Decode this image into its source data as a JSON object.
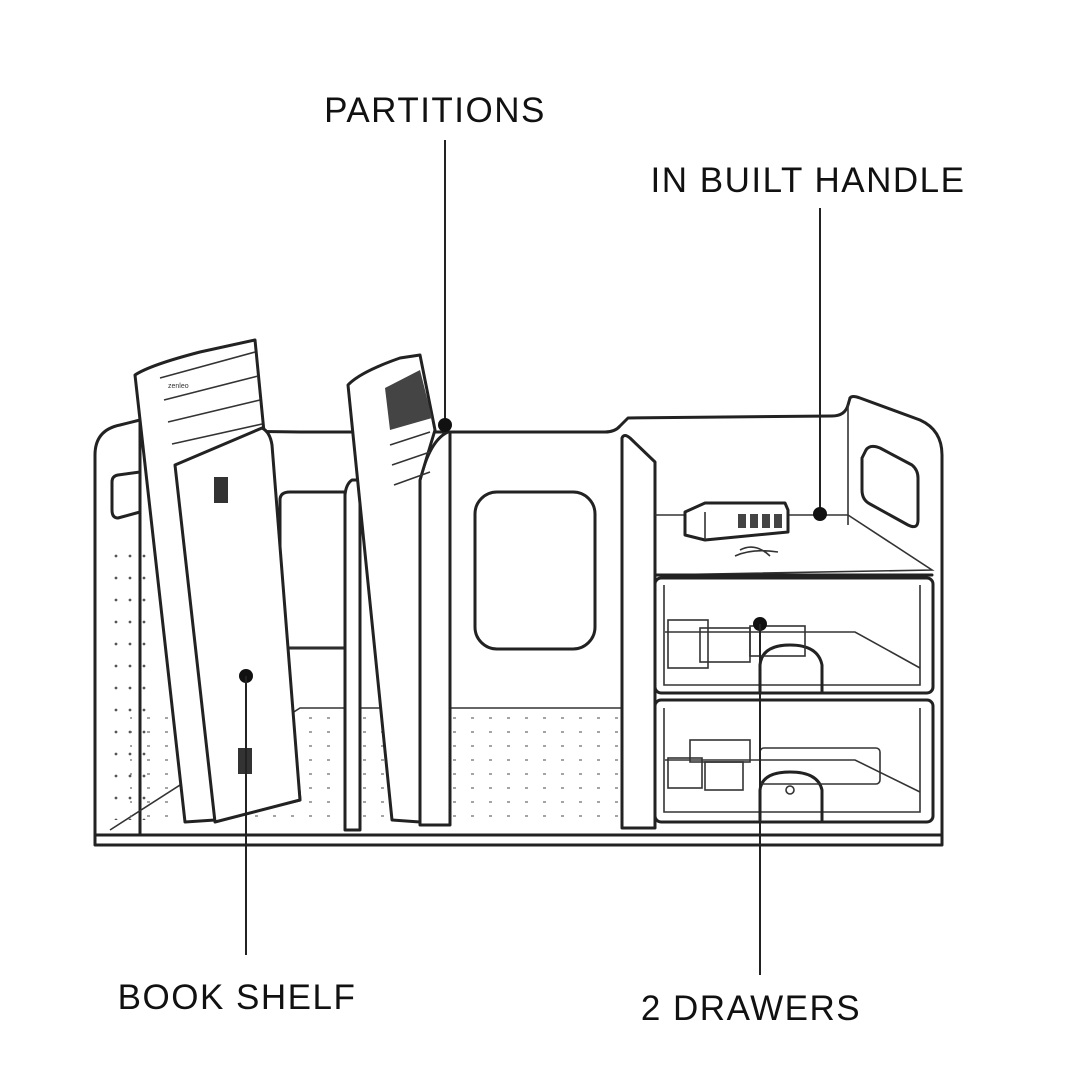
{
  "labels": {
    "partitions": "PARTITIONS",
    "handle": "IN BUILT HANDLE",
    "shelf": "BOOK SHELF",
    "drawers": "2 DRAWERS"
  },
  "product": {
    "book_spine_text": "zenleo"
  },
  "colors": {
    "ink": "#222222",
    "background": "#ffffff",
    "label": "#111111"
  }
}
